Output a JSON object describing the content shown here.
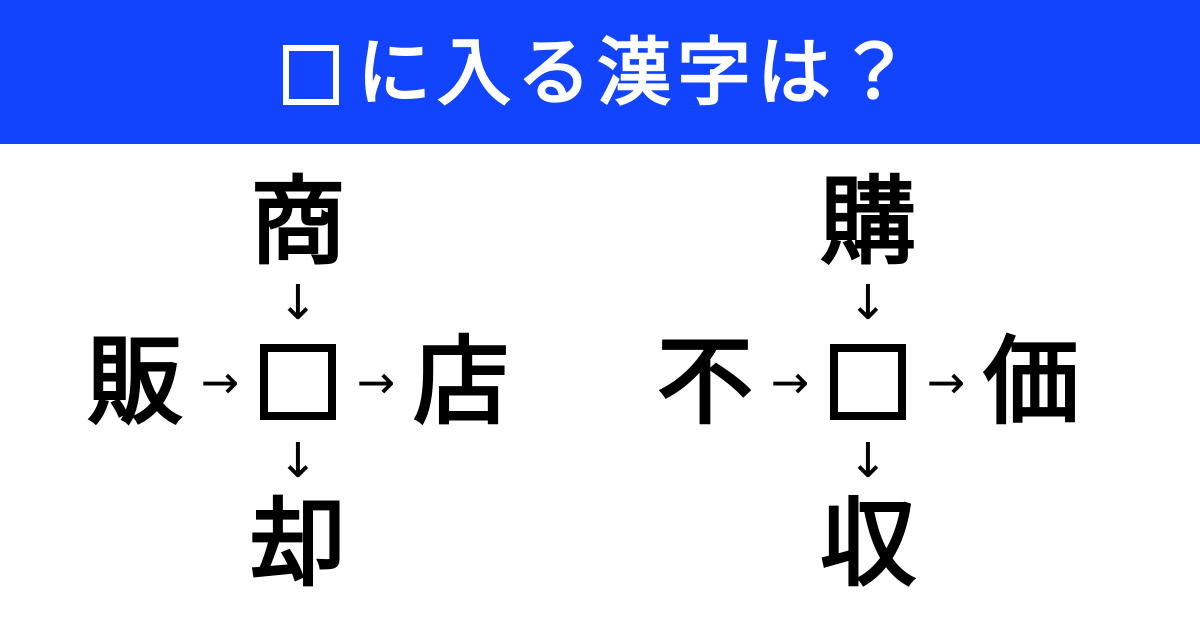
{
  "banner": {
    "title_box_icon": "empty-square-outline",
    "title_text": "に入る漢字は？",
    "full_title": "□に入る漢字は？",
    "background_color": "#1144fc",
    "text_color": "#ffffff"
  },
  "puzzles": [
    {
      "id": "puzzle-left",
      "top": "商",
      "left": "販",
      "right": "店",
      "bottom": "却",
      "center": "",
      "center_icon": "empty-answer-box",
      "arrow_right": "→",
      "arrow_down": "↓",
      "words": [
        "商□",
        "販□",
        "□店",
        "□却"
      ]
    },
    {
      "id": "puzzle-right",
      "top": "購",
      "left": "不",
      "right": "価",
      "bottom": "収",
      "center": "",
      "center_icon": "empty-answer-box",
      "arrow_right": "→",
      "arrow_down": "↓",
      "words": [
        "購□",
        "不□",
        "□価",
        "□収"
      ]
    }
  ],
  "colors": {
    "accent": "#1144fc",
    "ink": "#000000",
    "paper": "#ffffff"
  }
}
